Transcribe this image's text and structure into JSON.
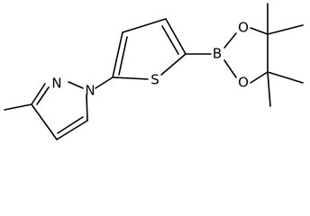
{
  "molecule": {
    "atoms": {
      "n_pyrazole_2": "N",
      "n_pyrazole_1": "N",
      "s_thiophene": "S",
      "b_boron": "B",
      "o_upper": "O",
      "o_lower": "O"
    }
  },
  "colors": {
    "bond": "#000000",
    "label": "#000000",
    "background": "#ffffff"
  }
}
